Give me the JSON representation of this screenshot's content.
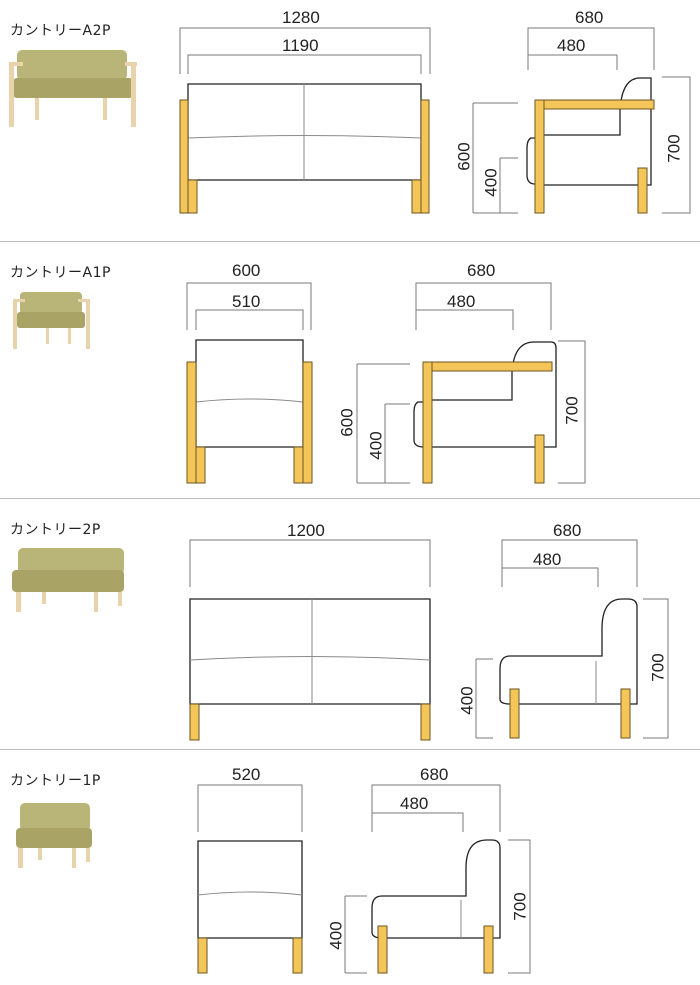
{
  "colors": {
    "wood": "#f4c65a",
    "fabric": "#b9b477",
    "divider": "#bdbdbd"
  },
  "sections": [
    {
      "name": "カントリーA2P",
      "front": {
        "overall": "1280",
        "seat": "1190"
      },
      "side": {
        "depth": "680",
        "seat_depth": "480",
        "arm_height": "600",
        "seat_height": "400",
        "height": "700"
      }
    },
    {
      "name": "カントリーA1P",
      "front": {
        "overall": "600",
        "seat": "510"
      },
      "side": {
        "depth": "680",
        "seat_depth": "480",
        "arm_height": "600",
        "seat_height": "400",
        "height": "700"
      }
    },
    {
      "name": "カントリー2P",
      "front": {
        "overall": "1200"
      },
      "side": {
        "depth": "680",
        "seat_depth": "480",
        "seat_height": "400",
        "height": "700"
      }
    },
    {
      "name": "カントリー1P",
      "front": {
        "overall": "520"
      },
      "side": {
        "depth": "680",
        "seat_depth": "480",
        "seat_height": "400",
        "height": "700"
      }
    }
  ]
}
